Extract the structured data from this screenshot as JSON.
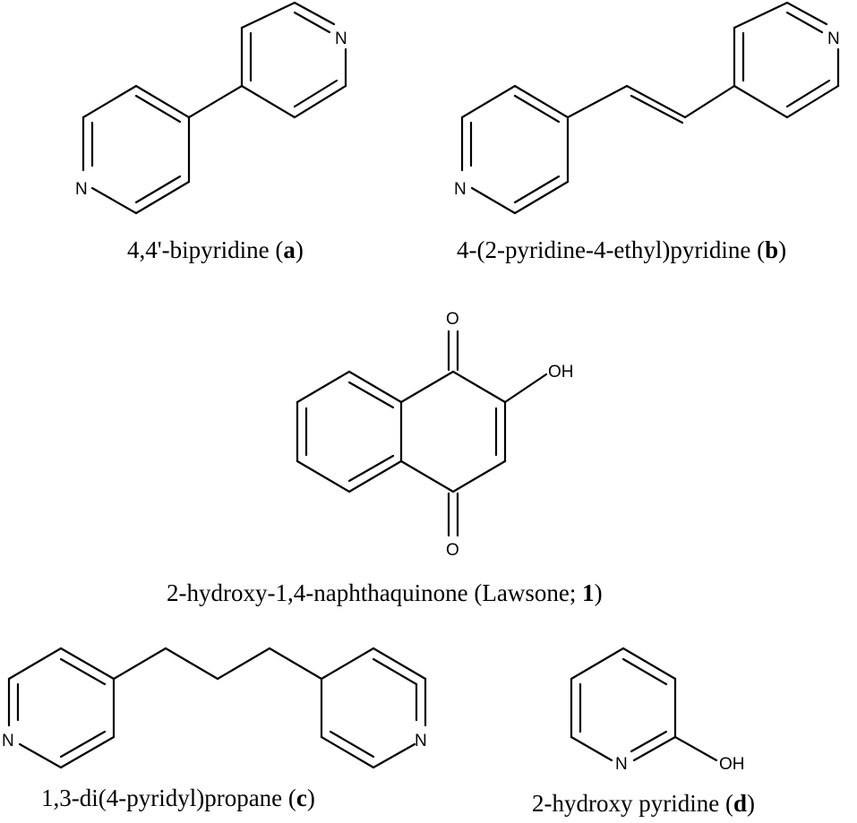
{
  "structures": {
    "a": {
      "atoms": [
        "N",
        "N"
      ],
      "caption_name": "4,4'-bipyridine (",
      "caption_id": "a",
      "caption_end": ")"
    },
    "b": {
      "atoms": [
        "N",
        "N"
      ],
      "caption_name": "4-(2-pyridine-4-ethyl)pyridine (",
      "caption_id": "b",
      "caption_end": ")"
    },
    "lawsone": {
      "atoms": [
        "O",
        "O",
        "OH"
      ],
      "caption_name": "2-hydroxy-1,4-naphthaquinone (Lawsone; ",
      "caption_id": "1",
      "caption_end": ")"
    },
    "c": {
      "atoms": [
        "N",
        "N"
      ],
      "caption_name": "1,3-di(4-pyridyl)propane (",
      "caption_id": "c",
      "caption_end": ")"
    },
    "d": {
      "atoms": [
        "N",
        "OH"
      ],
      "caption_name": "2-hydroxy pyridine (",
      "caption_id": "d",
      "caption_end": ")"
    }
  }
}
